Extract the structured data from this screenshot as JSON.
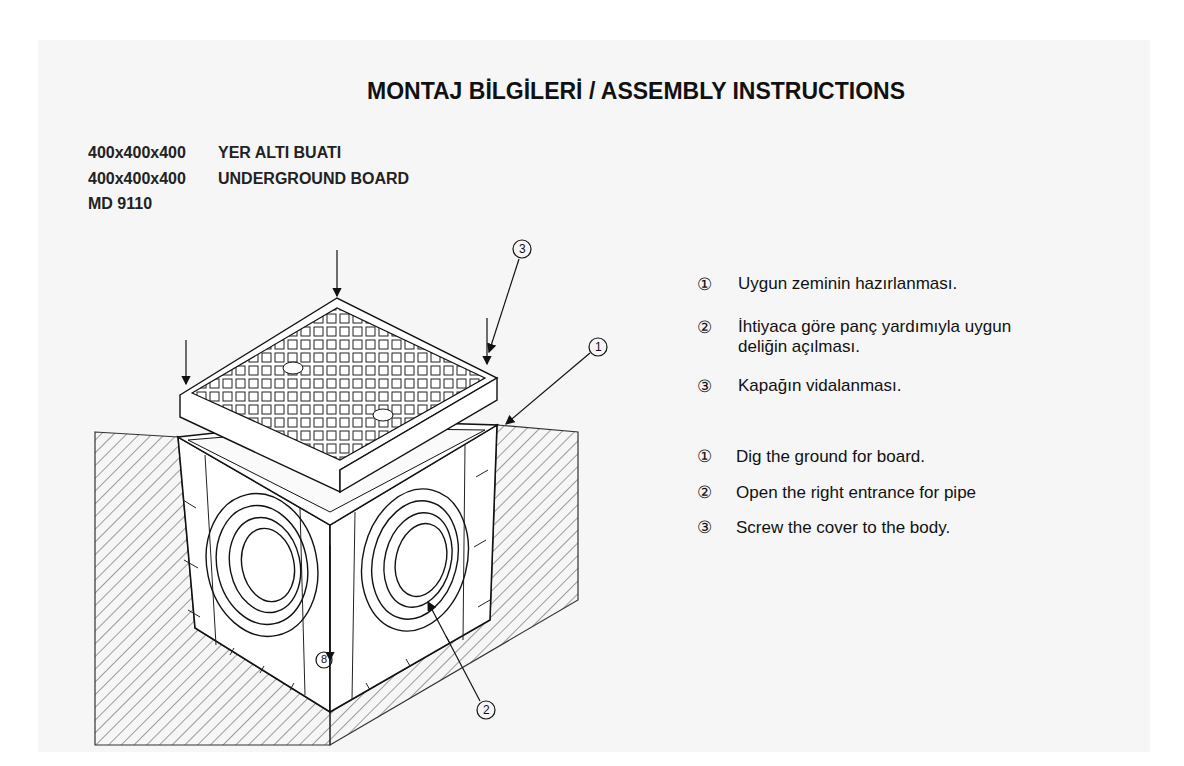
{
  "diagram": {
    "title": "MONTAJ BİLGİLERİ / ASSEMBLY INSTRUCTIONS",
    "labels": [
      "400x400x400",
      "YER ALTI BUATI",
      "400x400x400",
      "UNDERGROUND BOARD",
      "MD 9110",
      "3",
      "1",
      "2",
      "8",
      "①",
      "Uygun zeminin hazırlanması.",
      "②",
      "İhtiyaca göre panç yardımıyla uygun deliğin açılması.",
      "③",
      "Kapağın vidalanması.",
      "①",
      "Dig the ground for board.",
      "②",
      "Open the right entrance for pipe",
      "③",
      "Screw the cover to the body."
    ]
  }
}
